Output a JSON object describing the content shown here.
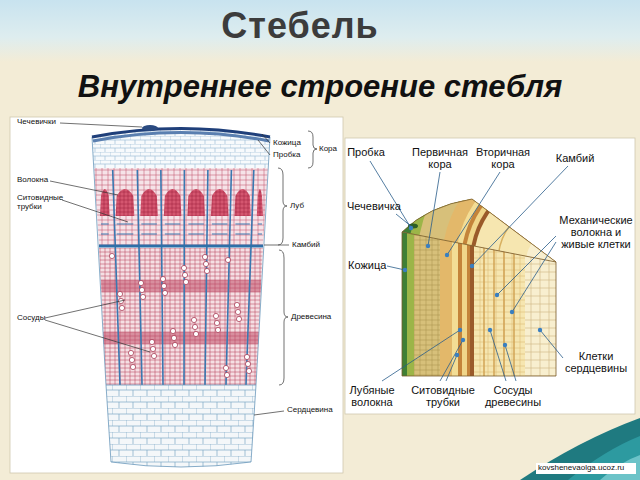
{
  "diagram": {
    "title": "Стебель",
    "labels": [
      "Внутреннее строение стебля",
      "Чечевички",
      "Кожица",
      "Пробка",
      "Кора",
      "Волокна",
      "Ситовидные трубки",
      "Луб",
      "Камбий",
      "Сосуды",
      "Древесина",
      "Сердцевина",
      "Пробка",
      "Первичная кора",
      "Вторичная кора",
      "Камбий",
      "Чечевичка",
      "Механические волокна и живые клетки",
      "Кожица",
      "Лубяные волокна",
      "Ситовидные трубки",
      "Сосуды древесины",
      "Клетки сердцевины",
      "kovshenevaolga.ucoz.ru"
    ]
  }
}
